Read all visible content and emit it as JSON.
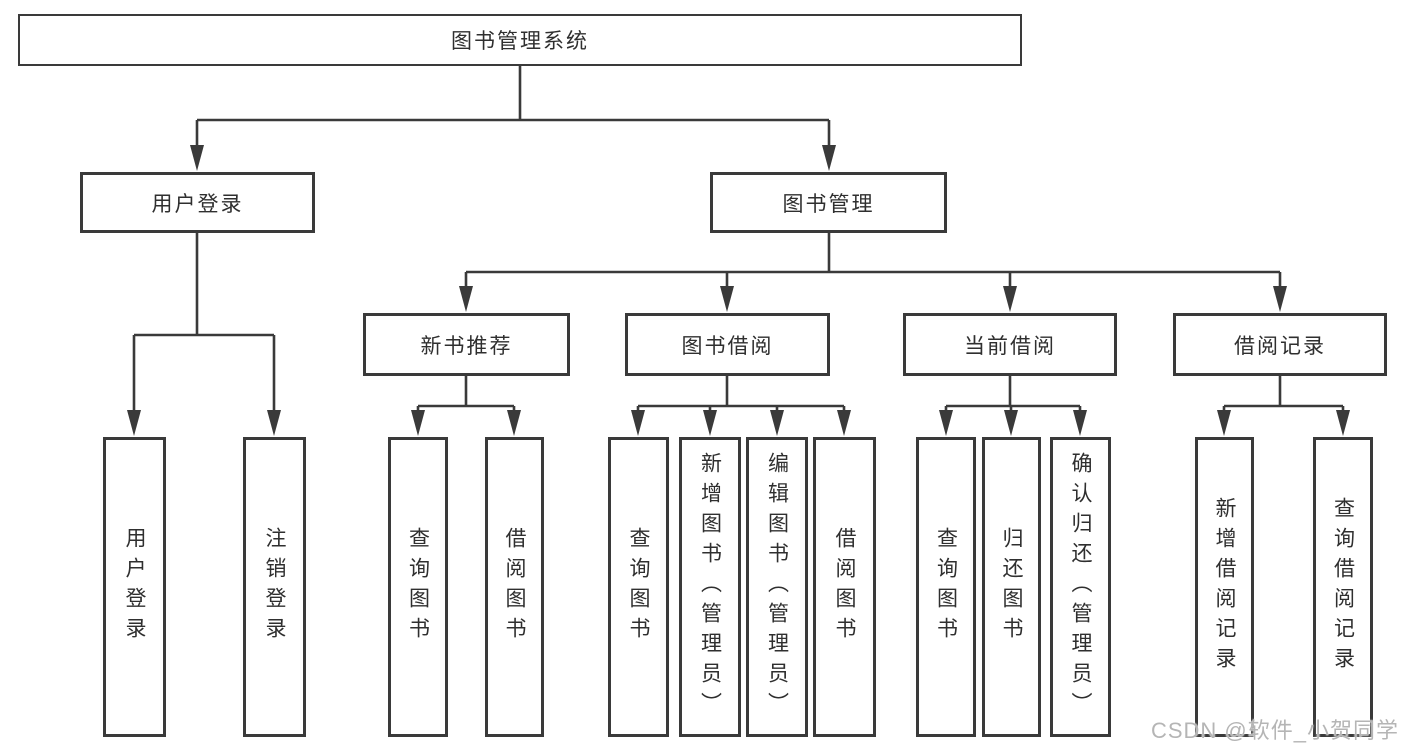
{
  "tree": {
    "label": "图书管理系统",
    "children": [
      {
        "label": "用户登录",
        "children": [
          {
            "label": "用户登录"
          },
          {
            "label": "注销登录"
          }
        ]
      },
      {
        "label": "图书管理",
        "children": [
          {
            "label": "新书推荐",
            "children": [
              {
                "label": "查询图书"
              },
              {
                "label": "借阅图书"
              }
            ]
          },
          {
            "label": "图书借阅",
            "children": [
              {
                "label": "查询图书"
              },
              {
                "label": "新增图书（管理员）"
              },
              {
                "label": "编辑图书（管理员）"
              },
              {
                "label": "借阅图书"
              }
            ]
          },
          {
            "label": "当前借阅",
            "children": [
              {
                "label": "查询图书"
              },
              {
                "label": "归还图书"
              },
              {
                "label": "确认归还（管理员）"
              }
            ]
          },
          {
            "label": "借阅记录",
            "children": [
              {
                "label": "新增借阅记录"
              },
              {
                "label": "查询借阅记录"
              }
            ]
          }
        ]
      }
    ]
  },
  "watermark": {
    "label": "CSDN @软件_小贺同学"
  },
  "colors": {
    "line": "#3a3a3a",
    "text": "#2f2f2f",
    "watermark": "#b5b5b5",
    "background": "#ffffff"
  }
}
